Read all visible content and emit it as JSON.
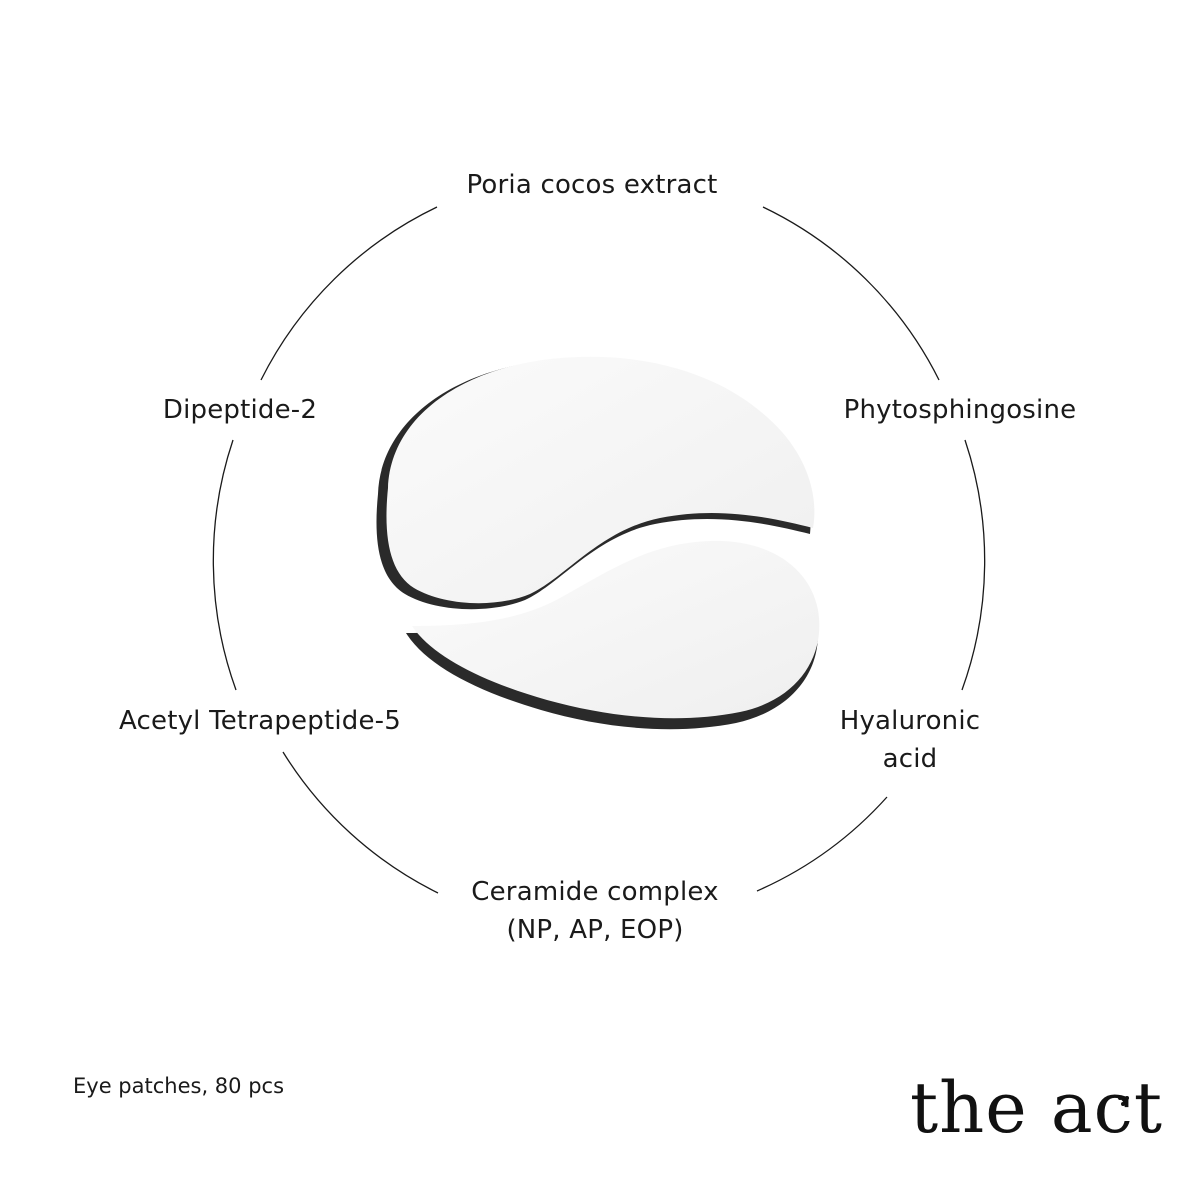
{
  "ingredients": {
    "top": "Poria cocos extract",
    "left_upper": "Dipeptide-2",
    "right_upper": "Phytosphingosine",
    "left_lower": "Acetyl Tetrapeptide-5",
    "right_lower": [
      "Hyaluronic",
      "acid"
    ],
    "bottom": [
      "Ceramide complex",
      "(NP, AP, EOP)"
    ]
  },
  "caption": "Eye patches, 80 pcs",
  "brand": {
    "name": "the act"
  },
  "colors": {
    "background": "#ffffff",
    "text": "#1a1a1a",
    "line": "#1a1a1a",
    "patch": "#f3f3f3",
    "patch_edge": "#2a2a2a"
  }
}
